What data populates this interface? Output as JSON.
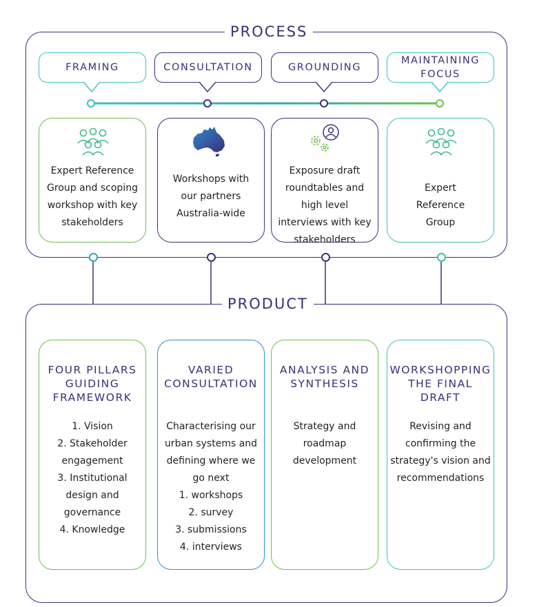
{
  "process": {
    "title": "PROCESS",
    "stages": [
      {
        "label": "FRAMING",
        "text": "Expert Reference Group and scoping workshop with key stakeholders",
        "icon": "people-group-icon"
      },
      {
        "label": "CONSULTATION",
        "text": "Workshops with our partners Australia-wide",
        "icon": "australia-map-icon"
      },
      {
        "label": "GROUNDING",
        "text": "Exposure draft roundtables and high level interviews with key stakeholders",
        "icon": "gears-person-icon"
      },
      {
        "label_line1": "MAINTAINING",
        "label_line2": "FOCUS",
        "text": "Expert Reference Group",
        "icon": "people-group-icon"
      }
    ]
  },
  "product": {
    "title": "PRODUCT",
    "cards": [
      {
        "head": [
          "FOUR PILLARS",
          "GUIDING",
          "FRAMEWORK"
        ],
        "lines": [
          "1. Vision",
          "2. Stakeholder",
          "engagement",
          "3. Institutional",
          "design and",
          "governance",
          "4. Knowledge"
        ]
      },
      {
        "head": [
          "VARIED",
          "CONSULTATION"
        ],
        "lines": [
          "Characterising our",
          "urban systems and",
          "defining where we",
          "go next",
          "1. workshops",
          "2. survey",
          "3. submissions",
          "4. interviews"
        ]
      },
      {
        "head": [
          "ANALYSIS AND",
          "SYNTHESIS"
        ],
        "lines": [
          "Strategy and",
          "roadmap",
          "development"
        ]
      },
      {
        "head": [
          "WORKSHOPPING",
          "THE FINAL",
          "DRAFT"
        ],
        "lines": [
          "Revising and",
          "confirming the",
          "strategy's vision and",
          "recommendations"
        ]
      }
    ]
  },
  "colors": {
    "navy": "#3b2f7a",
    "green": "#6cc04a",
    "teal": "#3fc0c0",
    "blue": "#2e8bd0",
    "text": "#231f20"
  }
}
